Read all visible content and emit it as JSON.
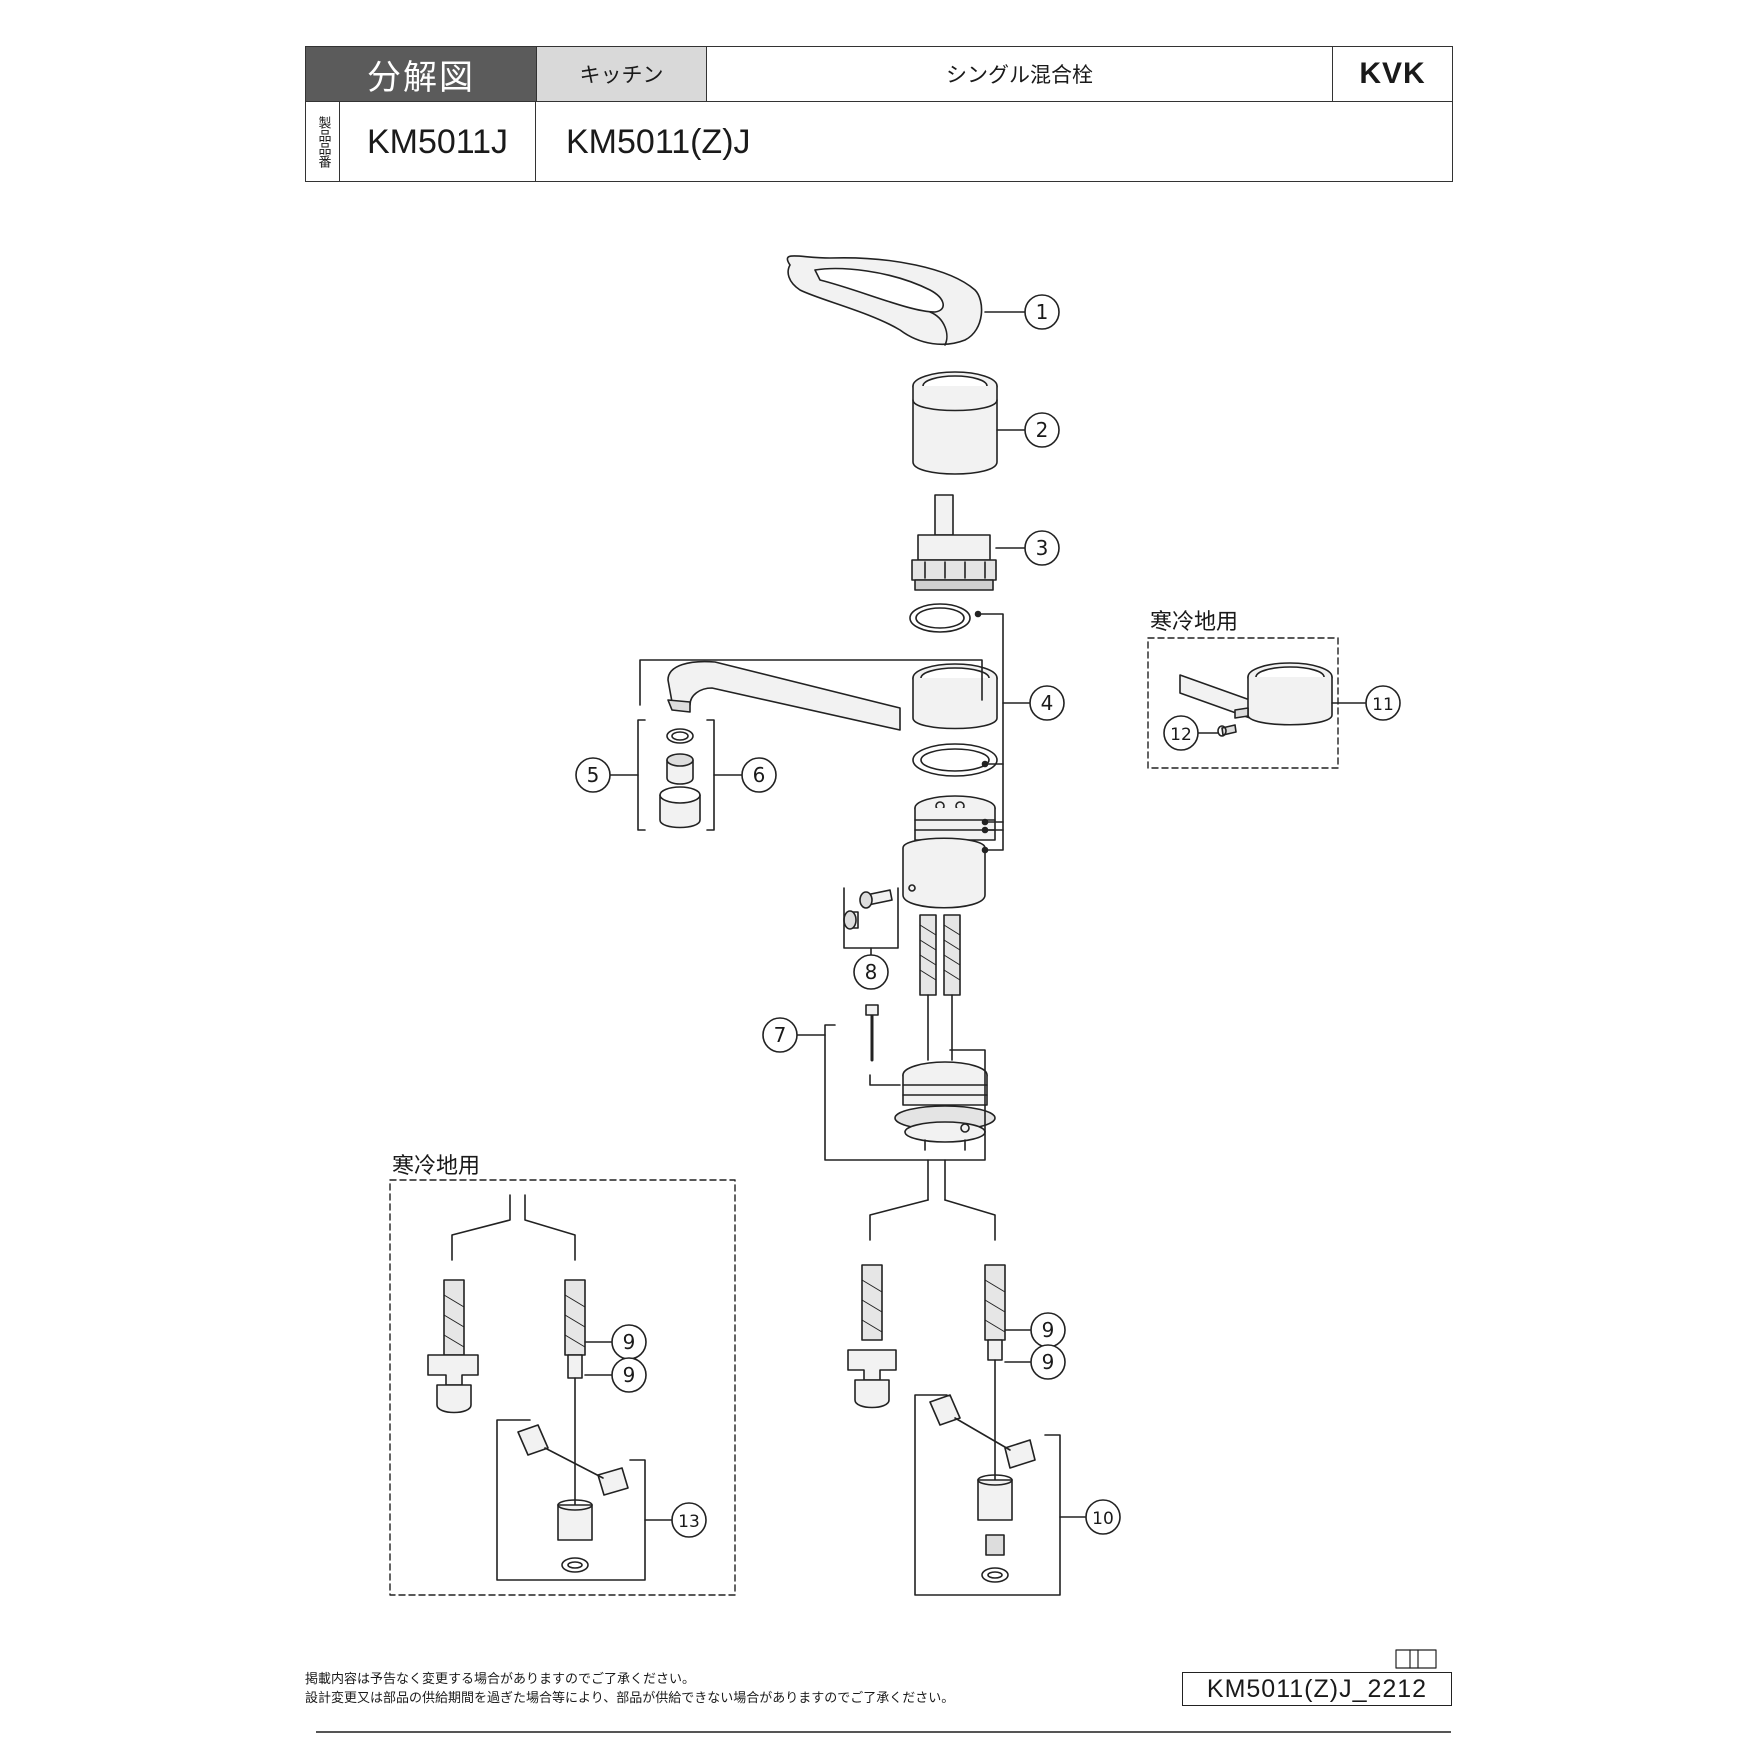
{
  "header": {
    "title": "分解図",
    "category": "キッチン",
    "product_type": "シングル混合栓",
    "brand": "KVK",
    "label": "製品品番",
    "model_primary": "KM5011J",
    "model_secondary": "KM5011(Z)J"
  },
  "callouts": {
    "c1": "1",
    "c2": "2",
    "c3": "3",
    "c4": "4",
    "c5": "5",
    "c6": "6",
    "c7": "7",
    "c8": "8",
    "c9a": "9",
    "c9b": "9",
    "c9c": "9",
    "c9d": "9",
    "c10": "10",
    "c11": "11",
    "c12": "12",
    "c13": "13"
  },
  "regions": {
    "cold_upper": "寒冷地用",
    "cold_lower": "寒冷地用"
  },
  "footer": {
    "note_line1": "掲載内容は予告なく変更する場合がありますのでご了承ください。",
    "note_line2": "設計変更又は部品の供給期間を過ぎた場合等により、部品が供給できない場合がありますのでご了承ください。",
    "doc_code": "KM5011(Z)J_2212"
  },
  "colors": {
    "line": "#222222",
    "header_dark": "#5b5b5b",
    "header_light": "#d9d9d9",
    "part_fill": "#f2f2f2"
  }
}
